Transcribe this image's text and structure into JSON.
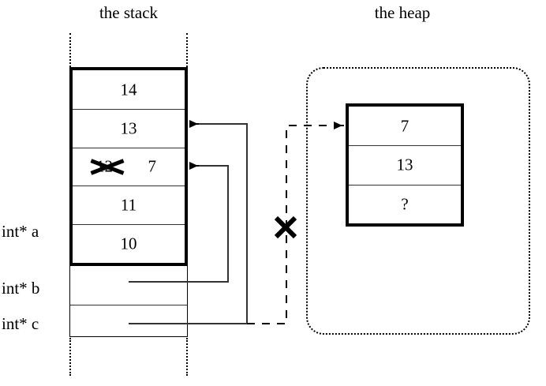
{
  "diagram": {
    "type": "memory-layout",
    "stack": {
      "title": "the stack",
      "frame_cells": [
        {
          "value": "14"
        },
        {
          "value": "13"
        },
        {
          "value": "12",
          "struck": true,
          "new_value": "7"
        },
        {
          "value": "11"
        },
        {
          "value": "10"
        }
      ],
      "variables": [
        {
          "label": "int* a"
        },
        {
          "label": "int* b"
        },
        {
          "label": "int* c"
        }
      ]
    },
    "heap": {
      "title": "the heap",
      "block_cells": [
        {
          "value": "7"
        },
        {
          "value": "13"
        },
        {
          "value": "?"
        }
      ]
    },
    "marks": {
      "dealloc_x": "x-mark",
      "struck_value_x": "x-mark"
    },
    "colors": {
      "ink": "#000000",
      "paper": "#ffffff",
      "rule": "#333333"
    }
  }
}
